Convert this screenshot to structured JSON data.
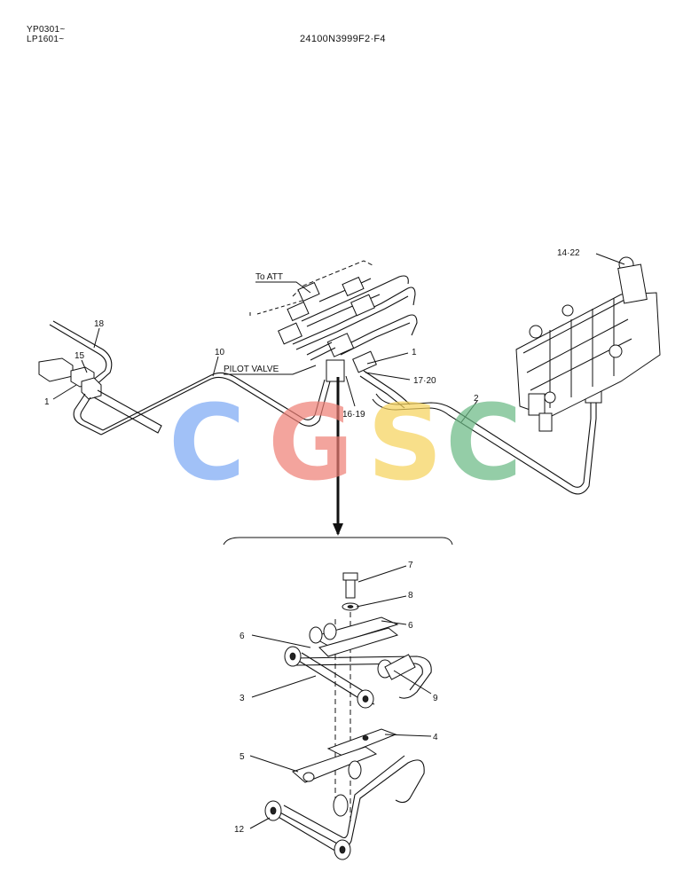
{
  "header": {
    "serial_line1": "YP0301~",
    "serial_line2": "LP1601~",
    "drawing_number": "24100N3999F2·F4"
  },
  "upper_labels": {
    "to_att": "To ATT",
    "pilot_valve": "PILOT VALVE",
    "l18": "18",
    "l15": "15",
    "l1_left": "1",
    "l10": "10",
    "l1_right": "1",
    "l17_20": "17·20",
    "l16_19": "16·19",
    "l2": "2",
    "l14_22": "14·22"
  },
  "lower_labels": {
    "l7": "7",
    "l8": "8",
    "l6_right": "6",
    "l6_left": "6",
    "l3": "3",
    "l9": "9",
    "l4": "4",
    "l5": "5",
    "l12": "12"
  },
  "watermark": {
    "letters": [
      "C",
      "G",
      "S",
      "C"
    ],
    "colors": [
      "#7aa7f5",
      "#ee7e74",
      "#f6d25a",
      "#68b882"
    ]
  }
}
